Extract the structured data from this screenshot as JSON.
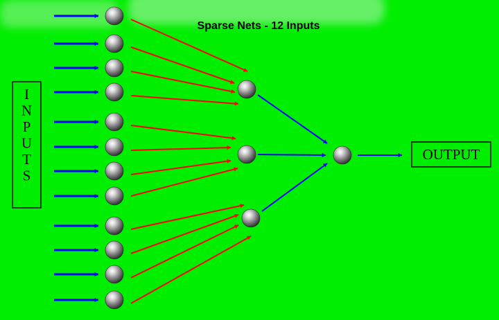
{
  "title": "Sparse Nets - 12 Inputs",
  "inputs_label": "INPUTS",
  "output_label": "OUTPUT",
  "colors": {
    "background": "#00ee00",
    "input_arrow": "#0000ff",
    "sparse_connection": "#ff0000",
    "hidden_to_output": "#0000ff"
  },
  "network": {
    "input_count": 12,
    "hidden_count": 3,
    "output_count": 1,
    "connections": [
      {
        "from": "input-1",
        "to": "hidden-1"
      },
      {
        "from": "input-2",
        "to": "hidden-1"
      },
      {
        "from": "input-3",
        "to": "hidden-1"
      },
      {
        "from": "input-4",
        "to": "hidden-1"
      },
      {
        "from": "input-5",
        "to": "hidden-2"
      },
      {
        "from": "input-6",
        "to": "hidden-2"
      },
      {
        "from": "input-7",
        "to": "hidden-2"
      },
      {
        "from": "input-8",
        "to": "hidden-2"
      },
      {
        "from": "input-9",
        "to": "hidden-3"
      },
      {
        "from": "input-10",
        "to": "hidden-3"
      },
      {
        "from": "input-11",
        "to": "hidden-3"
      },
      {
        "from": "input-12",
        "to": "hidden-3"
      }
    ]
  }
}
